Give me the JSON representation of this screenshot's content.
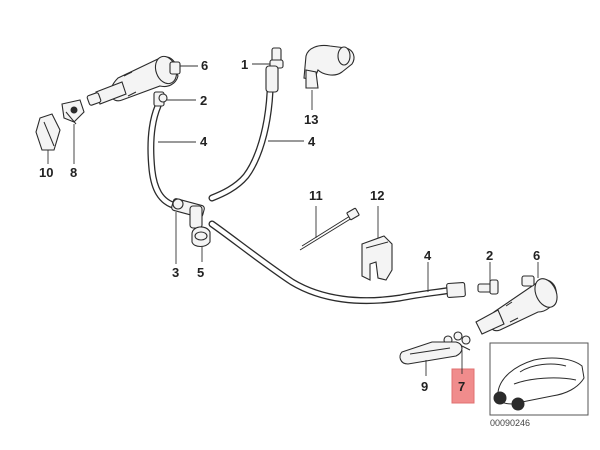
{
  "labels": {
    "l1": "1",
    "l2a": "2",
    "l2b": "2",
    "l3": "3",
    "l4a": "4",
    "l4b": "4",
    "l4c": "4",
    "l5": "5",
    "l6a": "6",
    "l6b": "6",
    "l7": "7",
    "l8": "8",
    "l9": "9",
    "l10": "10",
    "l11": "11",
    "l12": "12",
    "l13": "13"
  },
  "highlight": {
    "part": "7",
    "color": "#f08c8c"
  },
  "diagram_code": "00090246"
}
